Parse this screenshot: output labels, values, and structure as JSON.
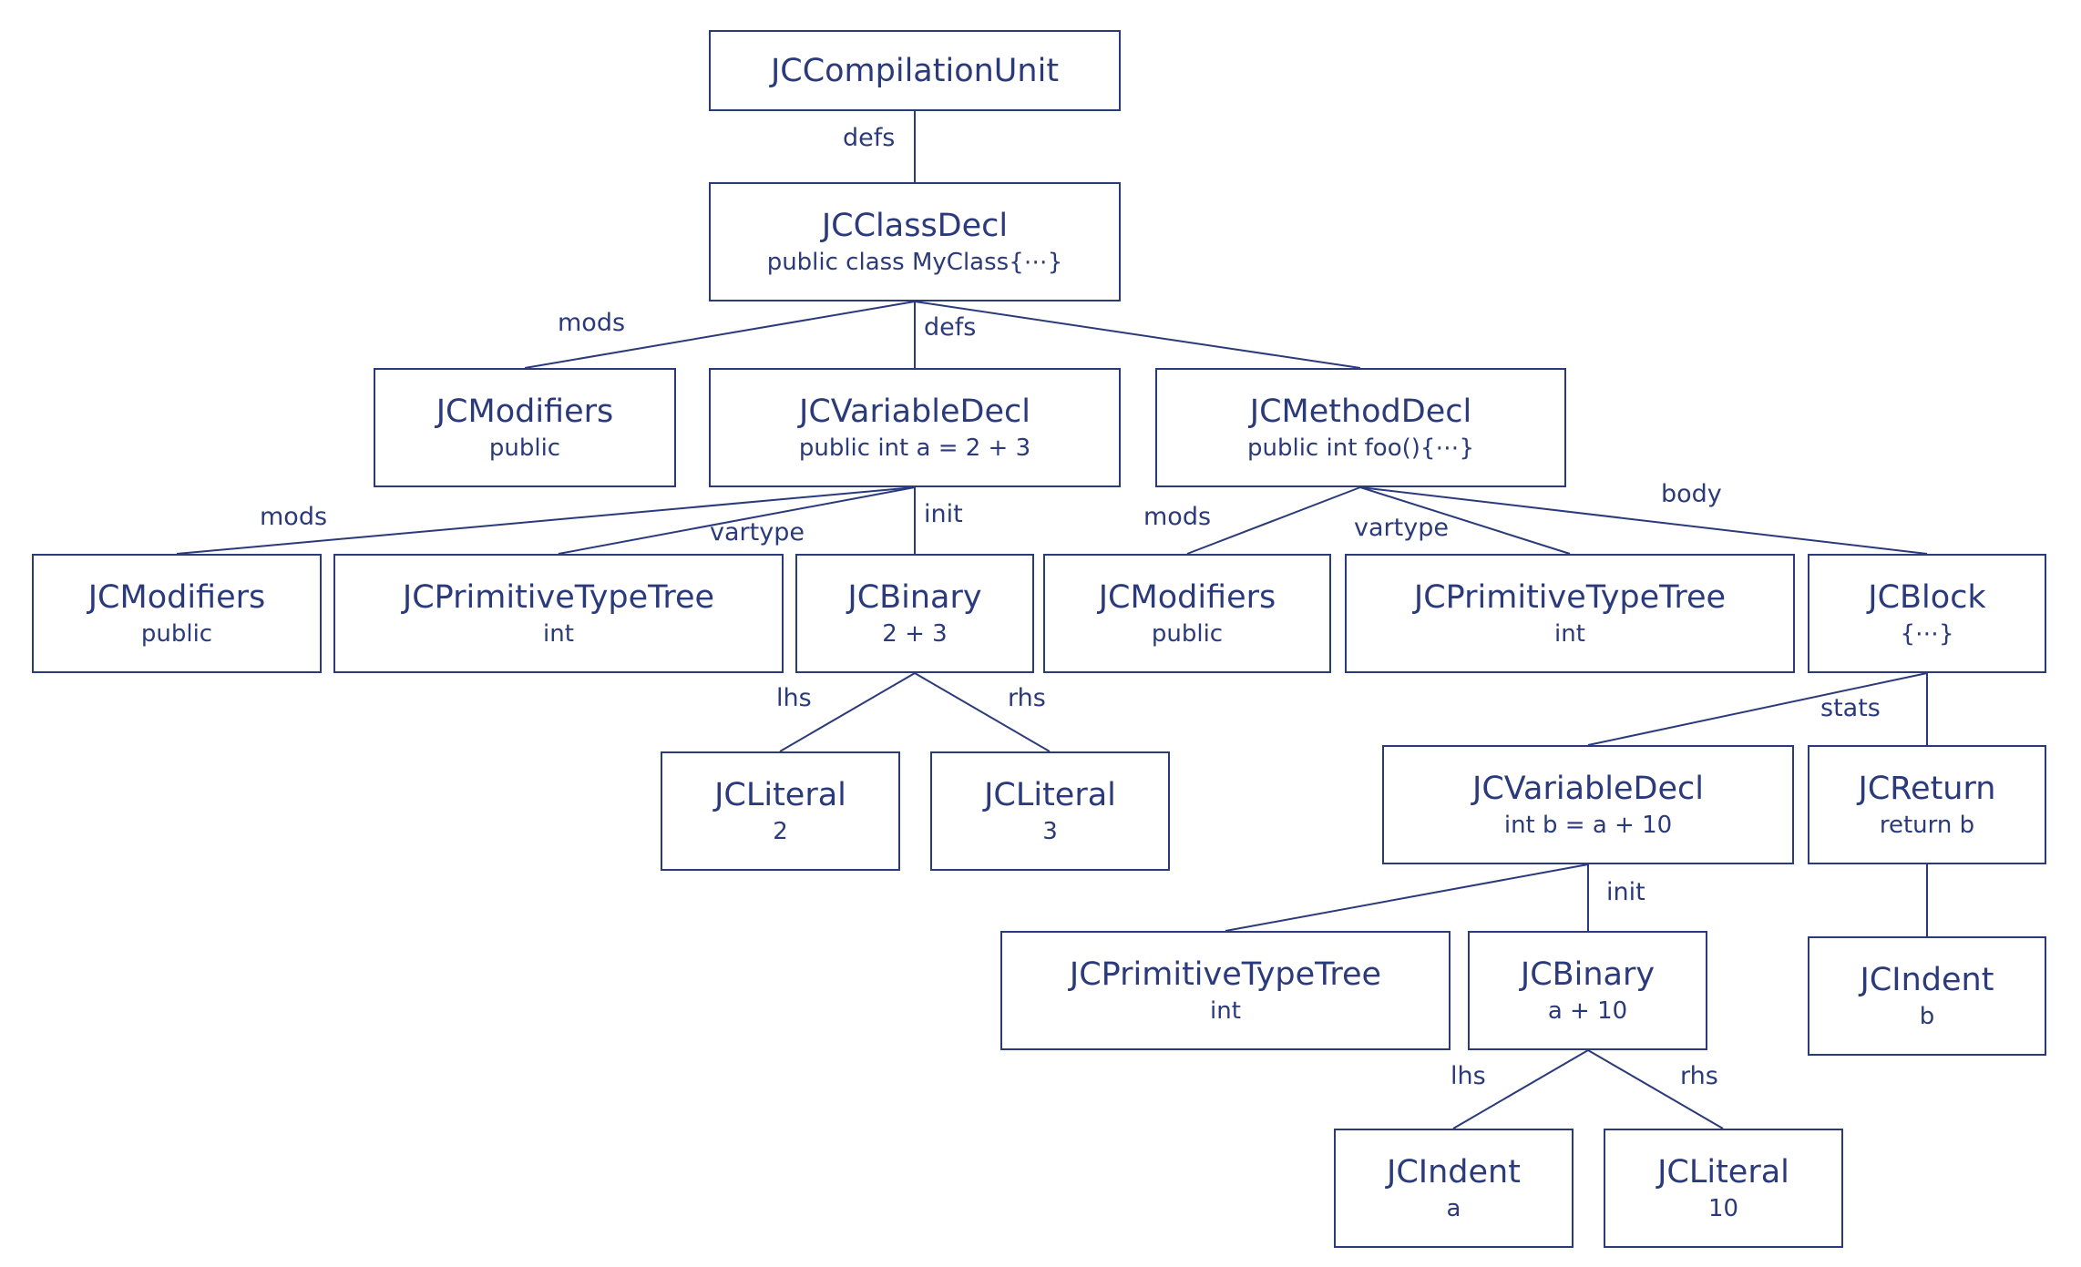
{
  "nodes": {
    "cu": {
      "title": "JCCompilationUnit",
      "sub": ""
    },
    "cls": {
      "title": "JCClassDecl",
      "sub": "public class MyClass{⋯}"
    },
    "mod1": {
      "title": "JCModifiers",
      "sub": "public"
    },
    "var1": {
      "title": "JCVariableDecl",
      "sub": "public int a = 2 + 3"
    },
    "meth": {
      "title": "JCMethodDecl",
      "sub": "public int foo(){⋯}"
    },
    "mod2": {
      "title": "JCModifiers",
      "sub": "public"
    },
    "prim1": {
      "title": "JCPrimitiveTypeTree",
      "sub": "int"
    },
    "bin1": {
      "title": "JCBinary",
      "sub": "2 + 3"
    },
    "mod3": {
      "title": "JCModifiers",
      "sub": "public"
    },
    "prim2": {
      "title": "JCPrimitiveTypeTree",
      "sub": "int"
    },
    "block": {
      "title": "JCBlock",
      "sub": "{⋯}"
    },
    "lit2": {
      "title": "JCLiteral",
      "sub": "2"
    },
    "lit3": {
      "title": "JCLiteral",
      "sub": "3"
    },
    "var2": {
      "title": "JCVariableDecl",
      "sub": "int b = a + 10"
    },
    "ret": {
      "title": "JCReturn",
      "sub": "return b"
    },
    "prim3": {
      "title": "JCPrimitiveTypeTree",
      "sub": "int"
    },
    "bin2": {
      "title": "JCBinary",
      "sub": "a + 10"
    },
    "identb": {
      "title": "JCIndent",
      "sub": "b"
    },
    "identa": {
      "title": "JCIndent",
      "sub": "a"
    },
    "lit10": {
      "title": "JCLiteral",
      "sub": "10"
    }
  },
  "edge_labels": {
    "cu_defs": "defs",
    "cls_mods": "mods",
    "cls_defs": "defs",
    "var1_mods": "mods",
    "var1_vartype": "vartype",
    "var1_init": "init",
    "meth_mods": "mods",
    "meth_vartype": "vartype",
    "meth_body": "body",
    "bin1_lhs": "lhs",
    "bin1_rhs": "rhs",
    "block_stats": "stats",
    "var2_init": "init",
    "bin2_lhs": "lhs",
    "bin2_rhs": "rhs"
  },
  "colors": {
    "stroke": "#2b3a7a",
    "background": "#ffffff"
  }
}
